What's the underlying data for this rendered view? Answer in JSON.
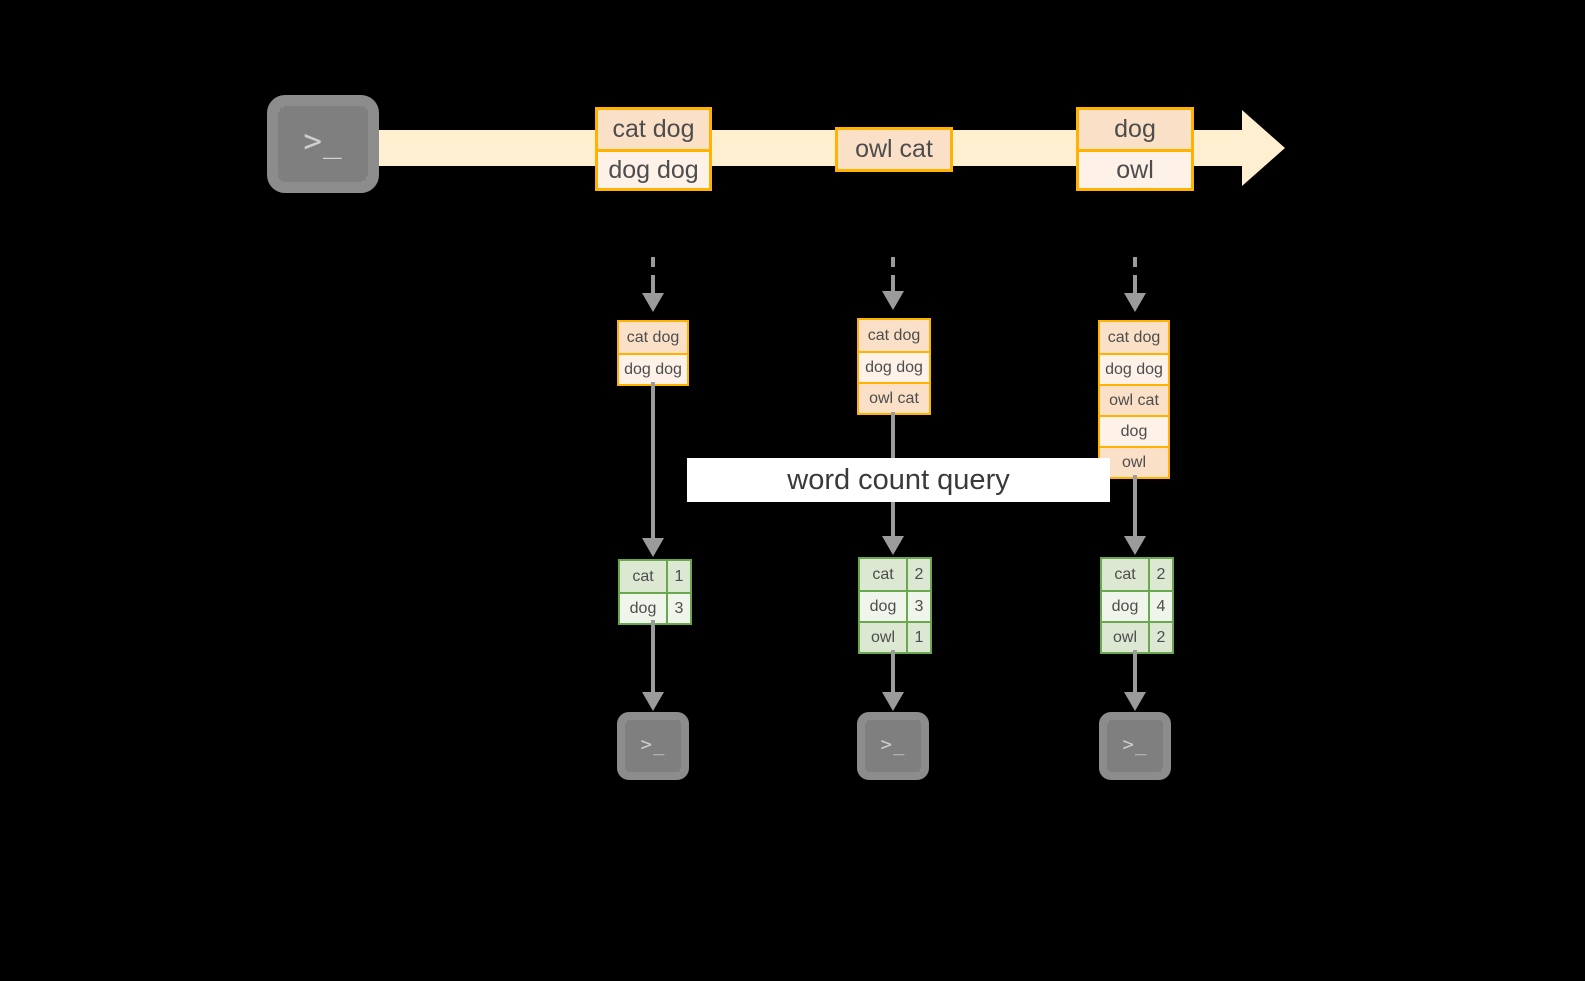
{
  "diagram": {
    "title_label": "word count query",
    "source_terminal": {
      "icon": "terminal-prompt-icon",
      "glyph": ">_"
    },
    "stream": {
      "messages": [
        {
          "lines": [
            "cat dog",
            "dog dog"
          ]
        },
        {
          "lines": [
            "owl cat"
          ]
        },
        {
          "lines": [
            "dog",
            "owl"
          ]
        }
      ]
    },
    "snapshots": [
      {
        "input_rows": [
          "cat dog",
          "dog dog"
        ],
        "result_header": null,
        "result_rows": [
          {
            "word": "cat",
            "count": "1"
          },
          {
            "word": "dog",
            "count": "3"
          }
        ],
        "sink_terminal": {
          "icon": "terminal-prompt-icon",
          "glyph": ">_"
        }
      },
      {
        "input_rows": [
          "cat dog",
          "dog dog",
          "owl cat"
        ],
        "result_header": null,
        "result_rows": [
          {
            "word": "cat",
            "count": "2"
          },
          {
            "word": "dog",
            "count": "3"
          },
          {
            "word": "owl",
            "count": "1"
          }
        ],
        "sink_terminal": {
          "icon": "terminal-prompt-icon",
          "glyph": ">_"
        }
      },
      {
        "input_rows": [
          "cat dog",
          "dog dog",
          "owl cat",
          "dog",
          "owl"
        ],
        "result_header": null,
        "result_rows": [
          {
            "word": "cat",
            "count": "2"
          },
          {
            "word": "dog",
            "count": "4"
          },
          {
            "word": "owl",
            "count": "2"
          }
        ],
        "sink_terminal": {
          "icon": "terminal-prompt-icon",
          "glyph": ">_"
        }
      }
    ],
    "colors": {
      "background": "#000000",
      "stream_band": "#fdefcf",
      "box_border": "#ffb300",
      "box_fill_dark": "#fbe0c8",
      "box_fill_light": "#fdf1e8",
      "result_border": "#6aa84f",
      "result_fill_dark": "#dde8d3",
      "result_fill_light": "#f0f5eb",
      "arrow_gray": "#9b9b9b",
      "terminal_gray": "#7f7f7f",
      "label_bg": "#ffffff",
      "text": "#4d4d4d"
    }
  }
}
